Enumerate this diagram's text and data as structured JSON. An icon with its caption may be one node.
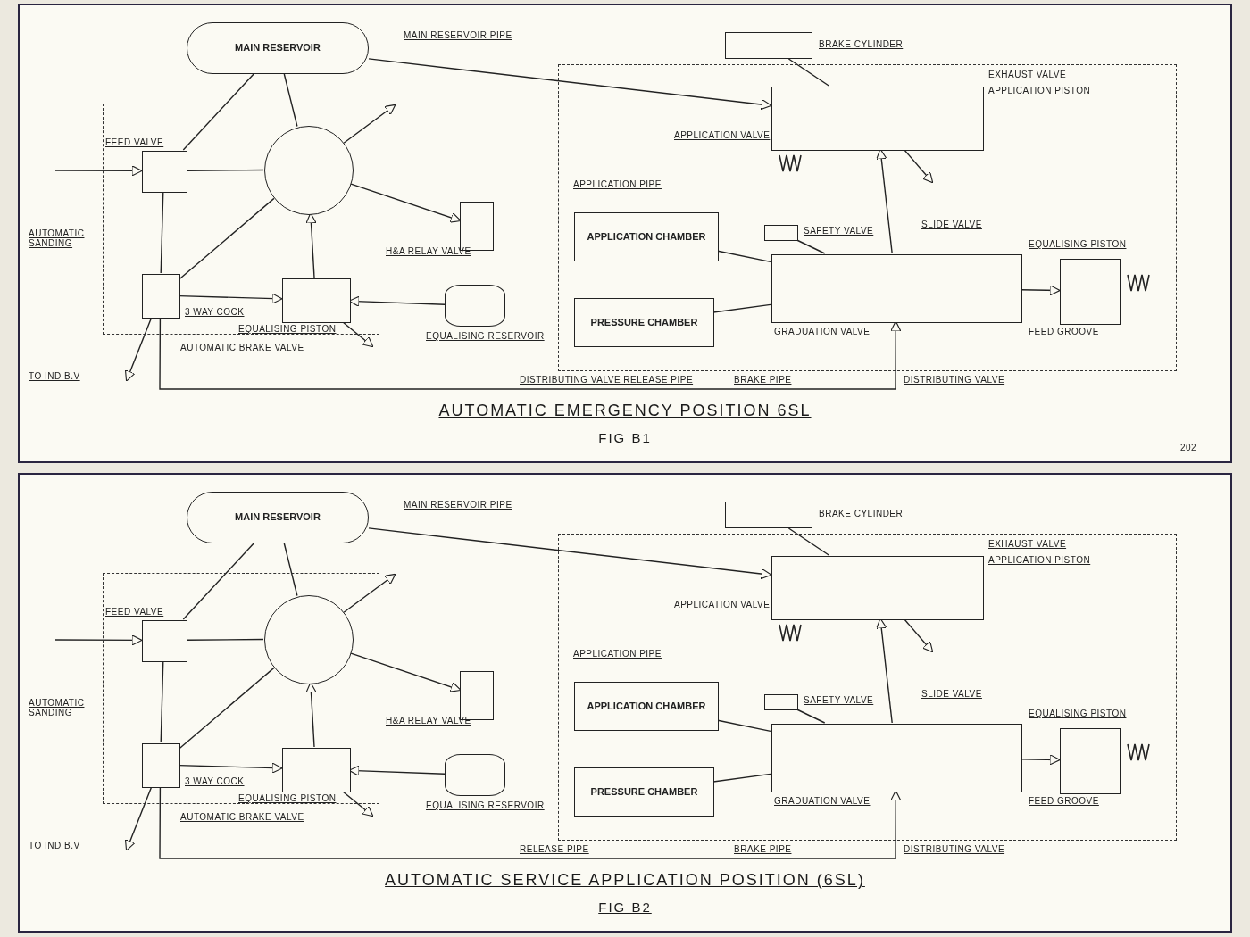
{
  "diagram": {
    "nodes": [
      {
        "text": [
          "AUTOMATIC EMERGENCY POSITION 6SL",
          "FIG B1"
        ]
      },
      {
        "text": [],
        "shape": "box",
        "in": 0,
        "beside": [
          "AUTOMATIC BRAKE VALVE"
        ]
      },
      {
        "text": [],
        "shape": "box",
        "in": 0,
        "beside": [
          "DISTRIBUTING VALVE"
        ]
      },
      {
        "text": [
          "MAIN RESERVOIR"
        ],
        "in": 0
      },
      {
        "text": [],
        "shape": "circle",
        "in": 1
      },
      {
        "text": [],
        "shape": "box",
        "in": 1,
        "beside": [
          "FEED VALVE"
        ]
      },
      {
        "text": [],
        "shape": "box",
        "in": 1,
        "beside": [
          "3 WAY COCK"
        ]
      },
      {
        "text": [],
        "shape": "box",
        "in": 1,
        "beside": [
          "EQUALISING PISTON"
        ]
      },
      {
        "text": [],
        "shape": "box",
        "in": 0,
        "beside": [
          "H&A RELAY VALVE"
        ]
      },
      {
        "text": [],
        "shape": "cylinder",
        "in": 0,
        "beside": [
          "EQUALISING RESERVOIR"
        ]
      },
      {
        "text": [
          "APPLICATION CHAMBER"
        ],
        "in": 2
      },
      {
        "text": [
          "PRESSURE CHAMBER"
        ],
        "in": 2
      },
      {
        "text": [],
        "shape": "box",
        "in": 2,
        "beside": [
          "SAFETY VALVE"
        ]
      },
      {
        "text": [],
        "shape": "box",
        "in": 2,
        "beside": [
          "APPLICATION VALVE",
          "EXHAUST VALVE",
          "APPLICATION PISTON"
        ]
      },
      {
        "text": [],
        "shape": "box",
        "in": 0,
        "beside": [
          "BRAKE CYLINDER"
        ]
      },
      {
        "text": [],
        "shape": "box",
        "in": 2,
        "beside": [
          "SLIDE VALVE",
          "GRADUATION VALVE",
          "FEED GROOVE",
          "EQUALISING PISTON"
        ]
      },
      {
        "text": [],
        "shape": "box",
        "in": 2
      },
      {
        "text": [
          "AUTOMATIC SERVICE APPLICATION POSITION (6SL)",
          "FIG B2"
        ]
      },
      {
        "text": [],
        "shape": "box",
        "in": 17,
        "beside": [
          "AUTOMATIC BRAKE VALVE"
        ]
      },
      {
        "text": [],
        "shape": "box",
        "in": 17,
        "beside": [
          "DISTRIBUTING VALVE"
        ]
      },
      {
        "text": [
          "MAIN RESERVOIR"
        ],
        "in": 17
      },
      {
        "text": [],
        "shape": "circle",
        "in": 18
      },
      {
        "text": [],
        "shape": "box",
        "in": 18,
        "beside": [
          "FEED VALVE"
        ]
      },
      {
        "text": [],
        "shape": "box",
        "in": 18,
        "beside": [
          "3 WAY COCK"
        ]
      },
      {
        "text": [],
        "shape": "box",
        "in": 18,
        "beside": [
          "EQUALISING PISTON"
        ]
      },
      {
        "text": [],
        "shape": "box",
        "in": 17,
        "beside": [
          "H&A RELAY VALVE"
        ]
      },
      {
        "text": [],
        "shape": "cylinder",
        "in": 17,
        "beside": [
          "EQUALISING RESERVOIR"
        ]
      },
      {
        "text": [
          "APPLICATION CHAMBER"
        ],
        "in": 19
      },
      {
        "text": [
          "PRESSURE CHAMBER"
        ],
        "in": 19
      },
      {
        "text": [],
        "shape": "box",
        "in": 19,
        "beside": [
          "SAFETY VALVE"
        ]
      },
      {
        "text": [],
        "shape": "box",
        "in": 19,
        "beside": [
          "APPLICATION VALVE",
          "EXHAUST VALVE",
          "APPLICATION PISTON"
        ]
      },
      {
        "text": [],
        "shape": "box",
        "in": 17,
        "beside": [
          "BRAKE CYLINDER"
        ]
      },
      {
        "text": [],
        "shape": "box",
        "in": 19,
        "beside": [
          "SLIDE VALVE",
          "GRADUATION VALVE",
          "FEED GROOVE",
          "EQUALISING PISTON"
        ]
      },
      {
        "text": [],
        "shape": "box",
        "in": 19
      }
    ],
    "edges": [
      {
        "from": 3,
        "to": 4,
        "arrow": "none"
      },
      {
        "from": 3,
        "to": 13,
        "arrow": "to"
      },
      {
        "from": 3,
        "to": 5,
        "arrow": "none"
      },
      {
        "from": 5,
        "to": 4,
        "arrow": "none"
      },
      {
        "from": 6,
        "to": 4,
        "arrow": "none"
      },
      {
        "from": 7,
        "to": 4,
        "arrow": "to"
      },
      {
        "from": 4,
        "to": 8,
        "arrow": "to"
      },
      {
        "from": 9,
        "to": 7,
        "arrow": "to"
      },
      {
        "from": 6,
        "to": 7,
        "arrow": "to"
      },
      {
        "from": 13,
        "to": 14,
        "arrow": "none"
      },
      {
        "from": 10,
        "to": 15,
        "arrow": "none"
      },
      {
        "from": 11,
        "to": 15,
        "arrow": "none"
      },
      {
        "from": 12,
        "to": 15,
        "arrow": "none"
      },
      {
        "from": 15,
        "to": 16,
        "arrow": "to"
      },
      {
        "from": 15,
        "to": 13,
        "arrow": "to"
      },
      {
        "from": 6,
        "to": 15,
        "arrow": "to"
      },
      {
        "from": 6,
        "to": null,
        "arrow": "to"
      },
      {
        "from": null,
        "to": 5,
        "arrow": "to"
      },
      {
        "from": 4,
        "to": null,
        "arrow": "to"
      },
      {
        "from": 7,
        "to": null,
        "arrow": "to"
      },
      {
        "from": 13,
        "to": null,
        "arrow": "to"
      },
      {
        "from": 5,
        "to": 6,
        "arrow": "none"
      },
      {
        "from": 20,
        "to": 21,
        "arrow": "none"
      },
      {
        "from": 20,
        "to": 30,
        "arrow": "to"
      },
      {
        "from": 20,
        "to": 22,
        "arrow": "none"
      },
      {
        "from": 22,
        "to": 21,
        "arrow": "none"
      },
      {
        "from": 23,
        "to": 21,
        "arrow": "none"
      },
      {
        "from": 24,
        "to": 21,
        "arrow": "to"
      },
      {
        "from": 21,
        "to": 25,
        "arrow": "to"
      },
      {
        "from": 26,
        "to": 24,
        "arrow": "to"
      },
      {
        "from": 23,
        "to": 24,
        "arrow": "to"
      },
      {
        "from": 30,
        "to": 31,
        "arrow": "none"
      },
      {
        "from": 27,
        "to": 32,
        "arrow": "none"
      },
      {
        "from": 28,
        "to": 32,
        "arrow": "none"
      },
      {
        "from": 29,
        "to": 32,
        "arrow": "none"
      },
      {
        "from": 32,
        "to": 33,
        "arrow": "to"
      },
      {
        "from": 32,
        "to": 30,
        "arrow": "to"
      },
      {
        "from": 23,
        "to": 32,
        "arrow": "to"
      },
      {
        "from": 23,
        "to": null,
        "arrow": "to"
      },
      {
        "from": null,
        "to": 22,
        "arrow": "to"
      },
      {
        "from": 21,
        "to": null,
        "arrow": "to"
      },
      {
        "from": 24,
        "to": null,
        "arrow": "to"
      },
      {
        "from": 30,
        "to": null,
        "arrow": "to"
      },
      {
        "from": 22,
        "to": 23,
        "arrow": "none"
      }
    ],
    "labels": [
      "MAIN RESERVOIR PIPE",
      "APPLICATION PIPE",
      "DISTRIBUTING VALVE RELEASE PIPE",
      "BRAKE PIPE",
      "AUTOMATIC SANDING",
      "TO IND B.V",
      "202",
      "MAIN RESERVOIR PIPE",
      "APPLICATION PIPE",
      "RELEASE PIPE",
      "BRAKE PIPE",
      "AUTOMATIC SANDING",
      "TO IND B.V"
    ]
  }
}
